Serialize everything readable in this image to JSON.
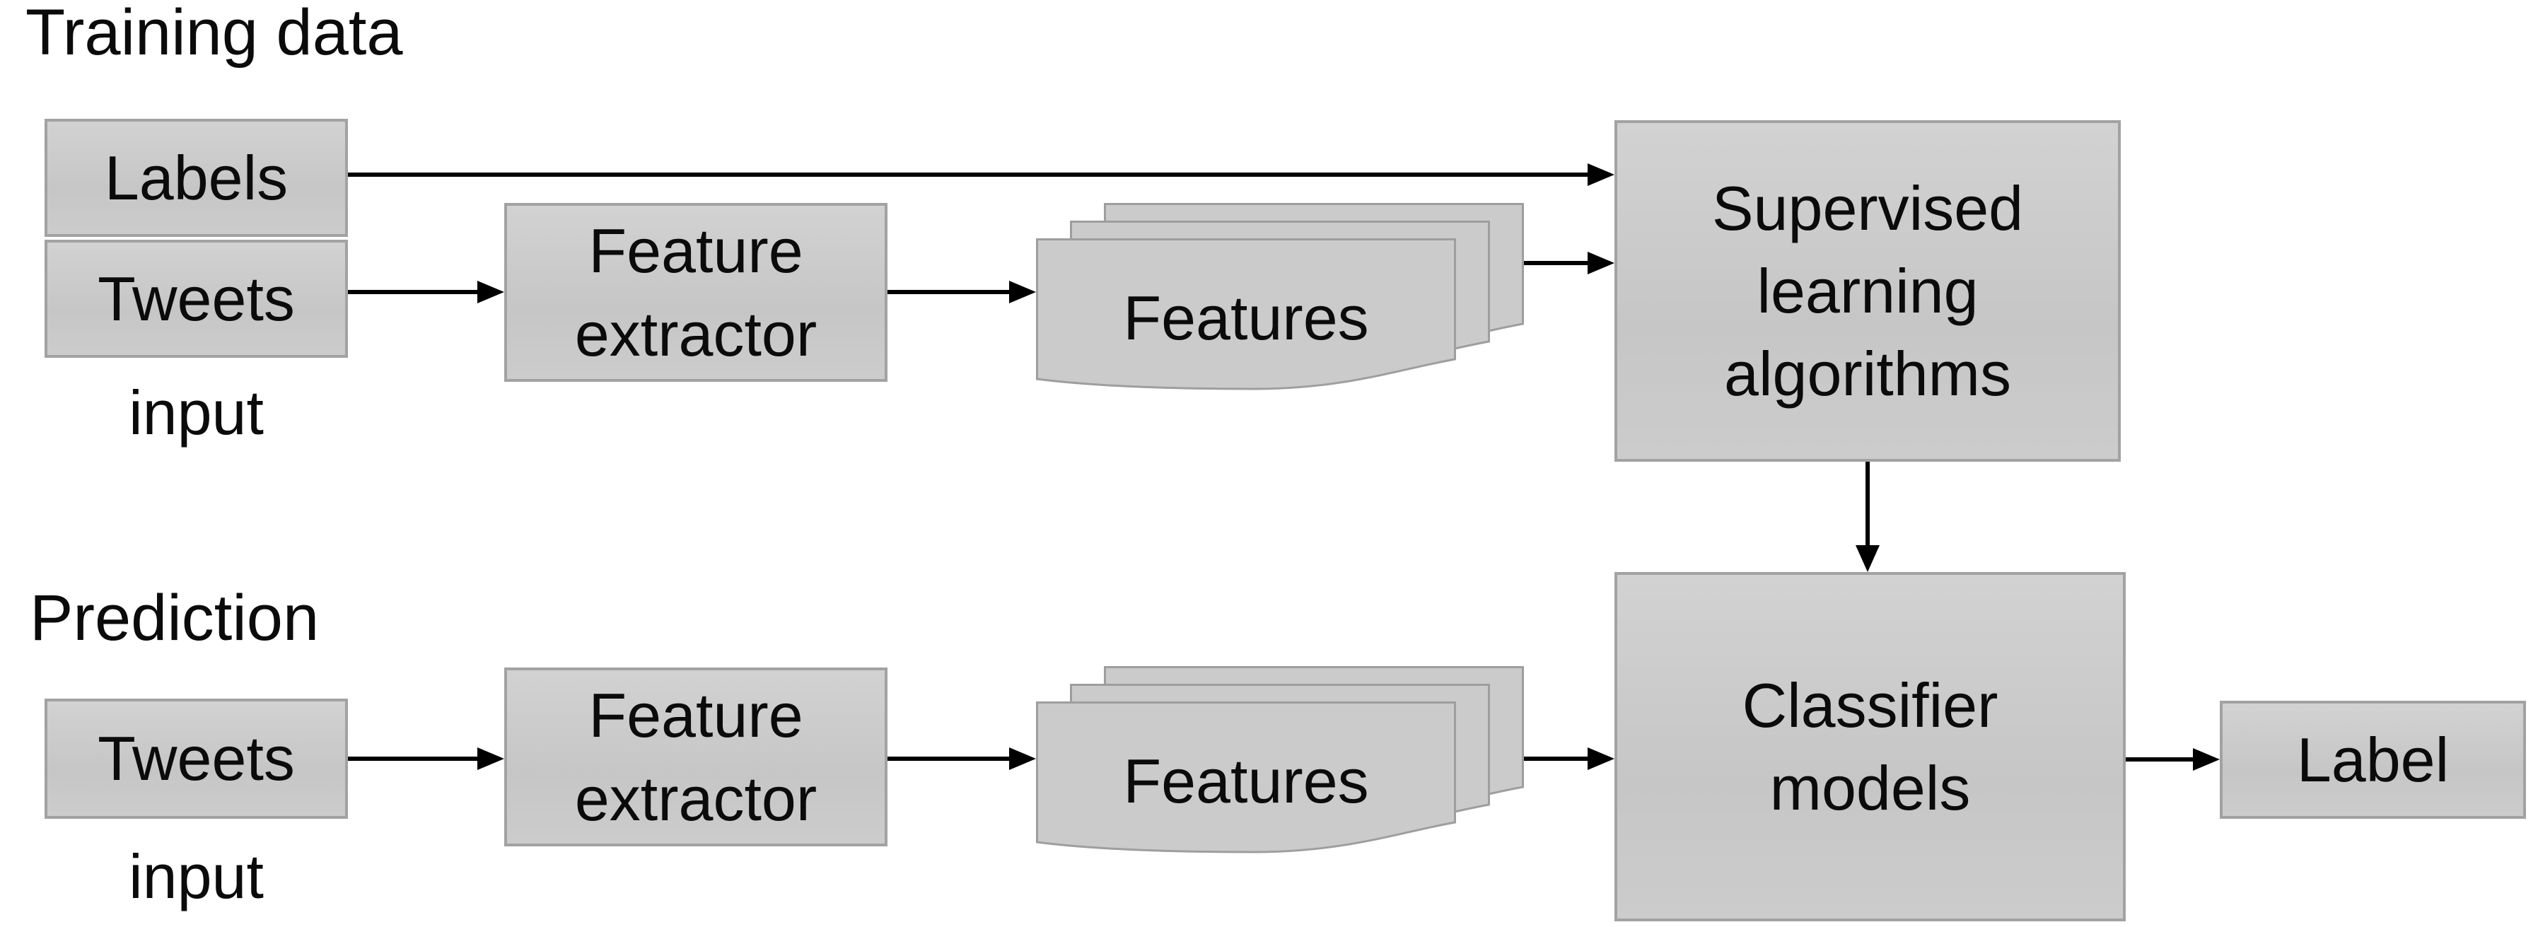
{
  "colors": {
    "background": "#ffffff",
    "box_fill": "#cbcbcb",
    "box_border": "#a2a2a2",
    "arrow": "#000000",
    "text": "#0b0b0b"
  },
  "training": {
    "title": "Training data",
    "labels": "Labels",
    "tweets": "Tweets",
    "input": "input",
    "feature_extractor": "Feature extractor",
    "features": "Features",
    "algorithms": "Supervised learning algorithms"
  },
  "prediction": {
    "title": "Prediction",
    "tweets": "Tweets",
    "input": "input",
    "feature_extractor": "Feature extractor",
    "features": "Features",
    "classifier": "Classifier models",
    "label": "Label"
  }
}
